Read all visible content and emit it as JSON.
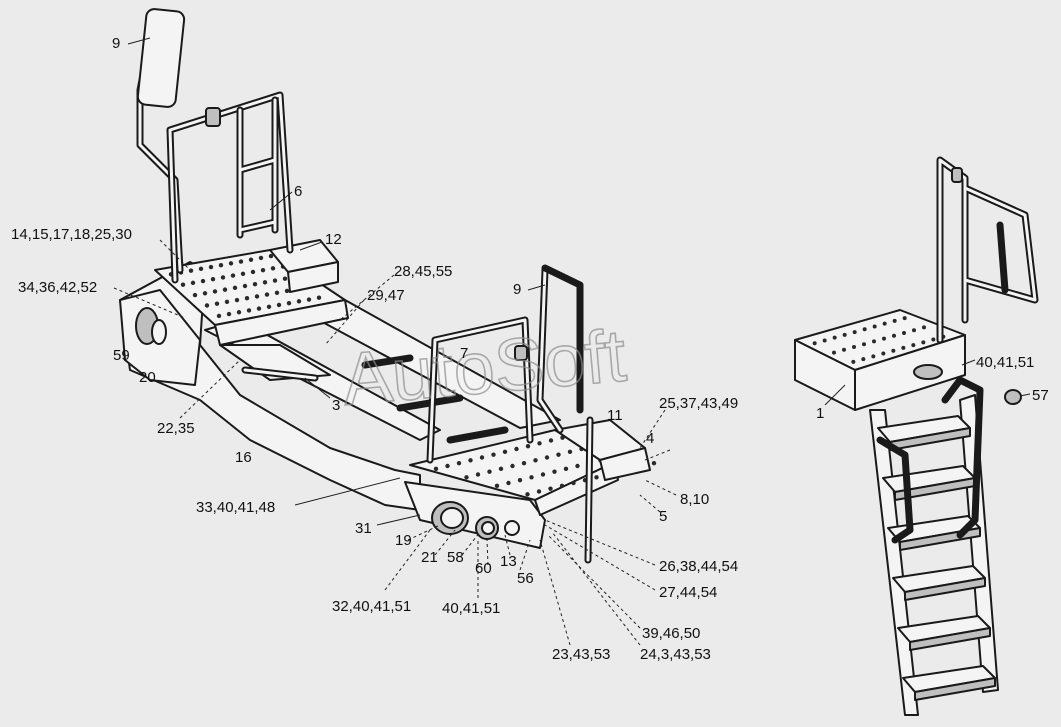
{
  "watermark": "AutoSoft",
  "callouts": [
    {
      "id": "c-9-left",
      "text": "9"
    },
    {
      "id": "c-6",
      "text": "6"
    },
    {
      "id": "c-14",
      "text": "14,15,17,18,25,30"
    },
    {
      "id": "c-12",
      "text": "12"
    },
    {
      "id": "c-34",
      "text": "34,36,42,52"
    },
    {
      "id": "c-28",
      "text": "28,45,55"
    },
    {
      "id": "c-29",
      "text": "29,47"
    },
    {
      "id": "c-9-right",
      "text": "9"
    },
    {
      "id": "c-59",
      "text": "59"
    },
    {
      "id": "c-20",
      "text": "20"
    },
    {
      "id": "c-7",
      "text": "7"
    },
    {
      "id": "c-3",
      "text": "3"
    },
    {
      "id": "c-22",
      "text": "22,35"
    },
    {
      "id": "c-16",
      "text": "16"
    },
    {
      "id": "c-11",
      "text": "11"
    },
    {
      "id": "c-25",
      "text": "25,37,43,49"
    },
    {
      "id": "c-4",
      "text": "4"
    },
    {
      "id": "c-8",
      "text": "8,10"
    },
    {
      "id": "c-5",
      "text": "5"
    },
    {
      "id": "c-33",
      "text": "33,40,41,48"
    },
    {
      "id": "c-31",
      "text": "31"
    },
    {
      "id": "c-19",
      "text": "19"
    },
    {
      "id": "c-21",
      "text": "21"
    },
    {
      "id": "c-58",
      "text": "58"
    },
    {
      "id": "c-13",
      "text": "13"
    },
    {
      "id": "c-60",
      "text": "60"
    },
    {
      "id": "c-56",
      "text": "56"
    },
    {
      "id": "c-26",
      "text": "26,38,44,54"
    },
    {
      "id": "c-27",
      "text": "27,44,54"
    },
    {
      "id": "c-32",
      "text": "32,40,41,51"
    },
    {
      "id": "c-40-bottom",
      "text": "40,41,51"
    },
    {
      "id": "c-39",
      "text": "39,46,50"
    },
    {
      "id": "c-23",
      "text": "23,43,53"
    },
    {
      "id": "c-24",
      "text": "24,3,43,53"
    },
    {
      "id": "c-1",
      "text": "1"
    },
    {
      "id": "c-40-right",
      "text": "40,41,51"
    },
    {
      "id": "c-57",
      "text": "57"
    }
  ]
}
